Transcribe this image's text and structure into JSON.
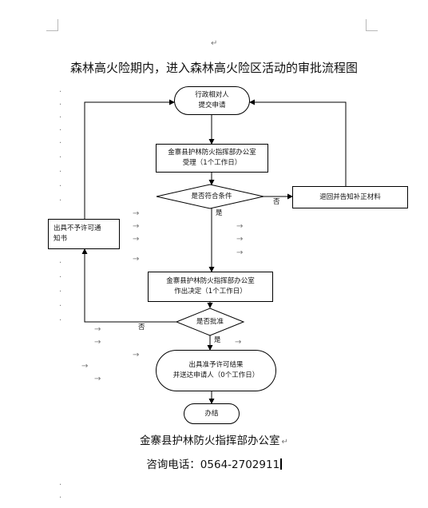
{
  "document": {
    "title": "森林高火险期内，进入森林高火险区活动的审批流程图",
    "flow": {
      "start": "行政相对人\n提交申请",
      "accept": "金寨县护林防火指挥部办公室\n受理（1个工作日）",
      "check": "是否符合条件",
      "return": "退回并告知补正材料",
      "refuse": "出具不予许可通\n知书",
      "decide": "金寨县护林防火指挥部办公室\n作出决定（1个工作日）",
      "approve": "是否批准",
      "result": "出具准予许可结果\n并送达申请人（0个工作日）",
      "end": "办结",
      "yes1": "是",
      "no1": "否",
      "yes2": "是",
      "no2": "否"
    },
    "footer": {
      "org": "金寨县护林防火指挥部办公室",
      "phone": "咨询电话：0564-2702911"
    }
  }
}
